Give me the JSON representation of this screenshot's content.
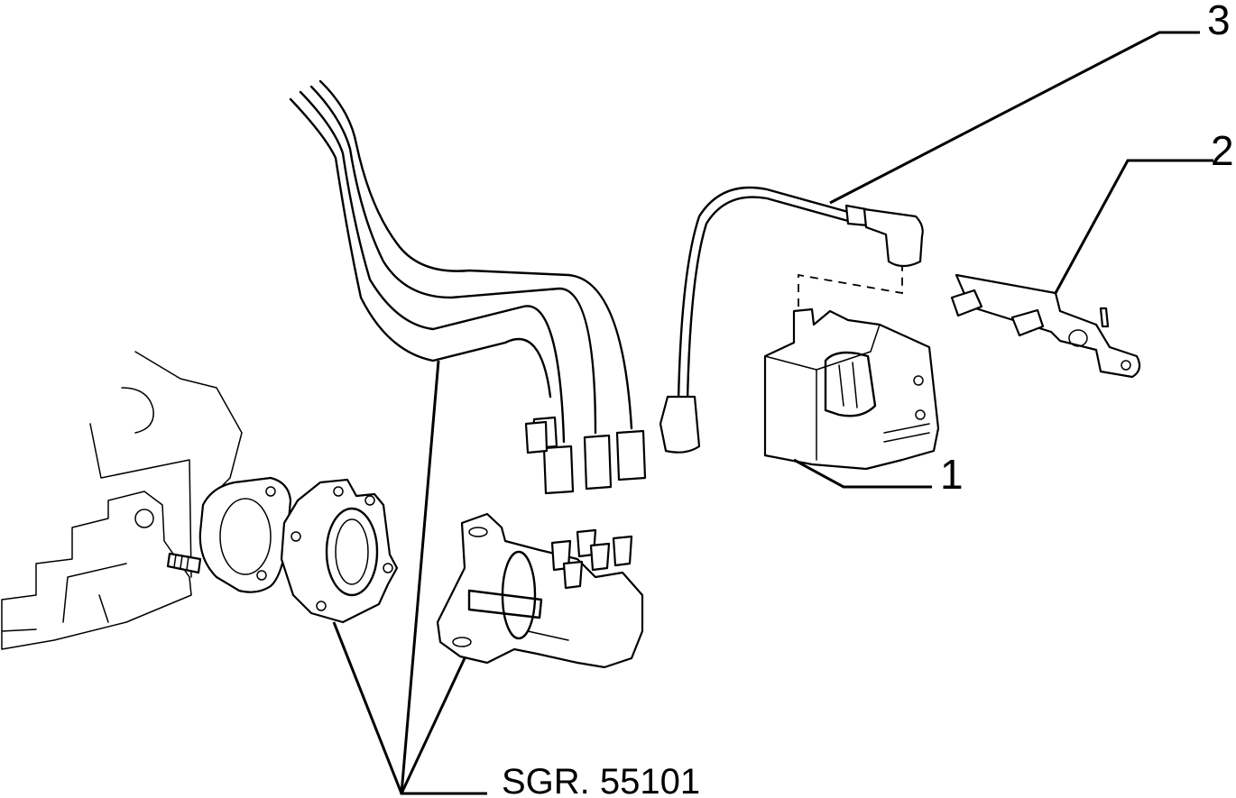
{
  "callouts": {
    "one": "1",
    "two": "2",
    "three": "3"
  },
  "reference": "SGR. 55101",
  "colors": {
    "ink": "#000000",
    "paper": "#ffffff"
  }
}
